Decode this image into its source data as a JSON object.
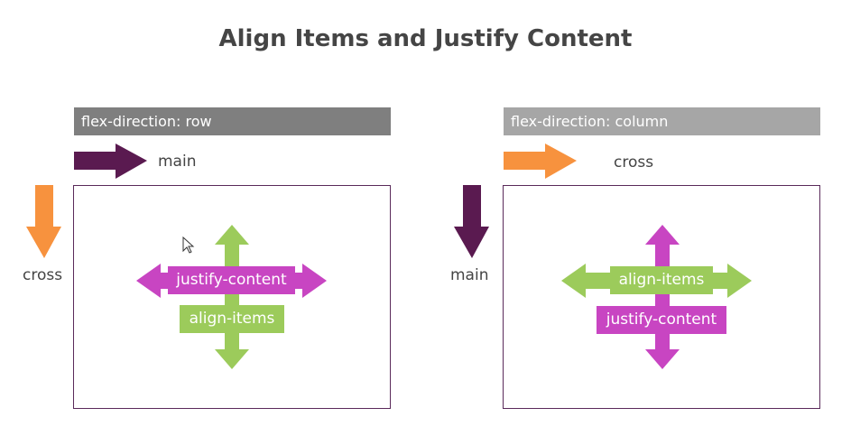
{
  "title": "Align Items and Justify Content",
  "colors": {
    "purple_dark": "#5a1a50",
    "orange": "#f7923e",
    "green": "#9ccb5b",
    "magenta": "#c845c2",
    "header_row": "#7f7f7f",
    "header_column": "#a6a6a6"
  },
  "row_panel": {
    "header": "flex-direction: row",
    "main_label": "main",
    "cross_label": "cross",
    "justify_label": "justify-content",
    "align_label": "align-items"
  },
  "column_panel": {
    "header": "flex-direction: column",
    "cross_label": "cross",
    "main_label": "main",
    "align_label": "align-items",
    "justify_label": "justify-content"
  }
}
